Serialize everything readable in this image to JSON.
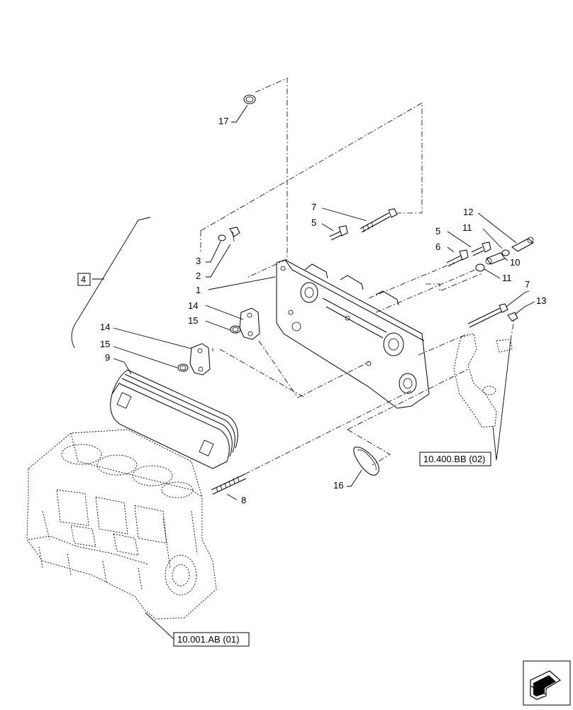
{
  "callouts": {
    "group_4": "4",
    "c1": "1",
    "c2": "2",
    "c3": "3",
    "c5": "5",
    "c6": "6",
    "c7": "7",
    "c8": "8",
    "c9": "9",
    "c10": "10",
    "c11": "11",
    "c12": "12",
    "c13": "13",
    "c14": "14",
    "c15": "15",
    "c16": "16",
    "c17": "17"
  },
  "references": {
    "pipe_ref": "10.400.BB (02)",
    "block_ref": "10.001.AB (01)"
  },
  "icons": {
    "navigation": "next-page-arrow-icon"
  }
}
